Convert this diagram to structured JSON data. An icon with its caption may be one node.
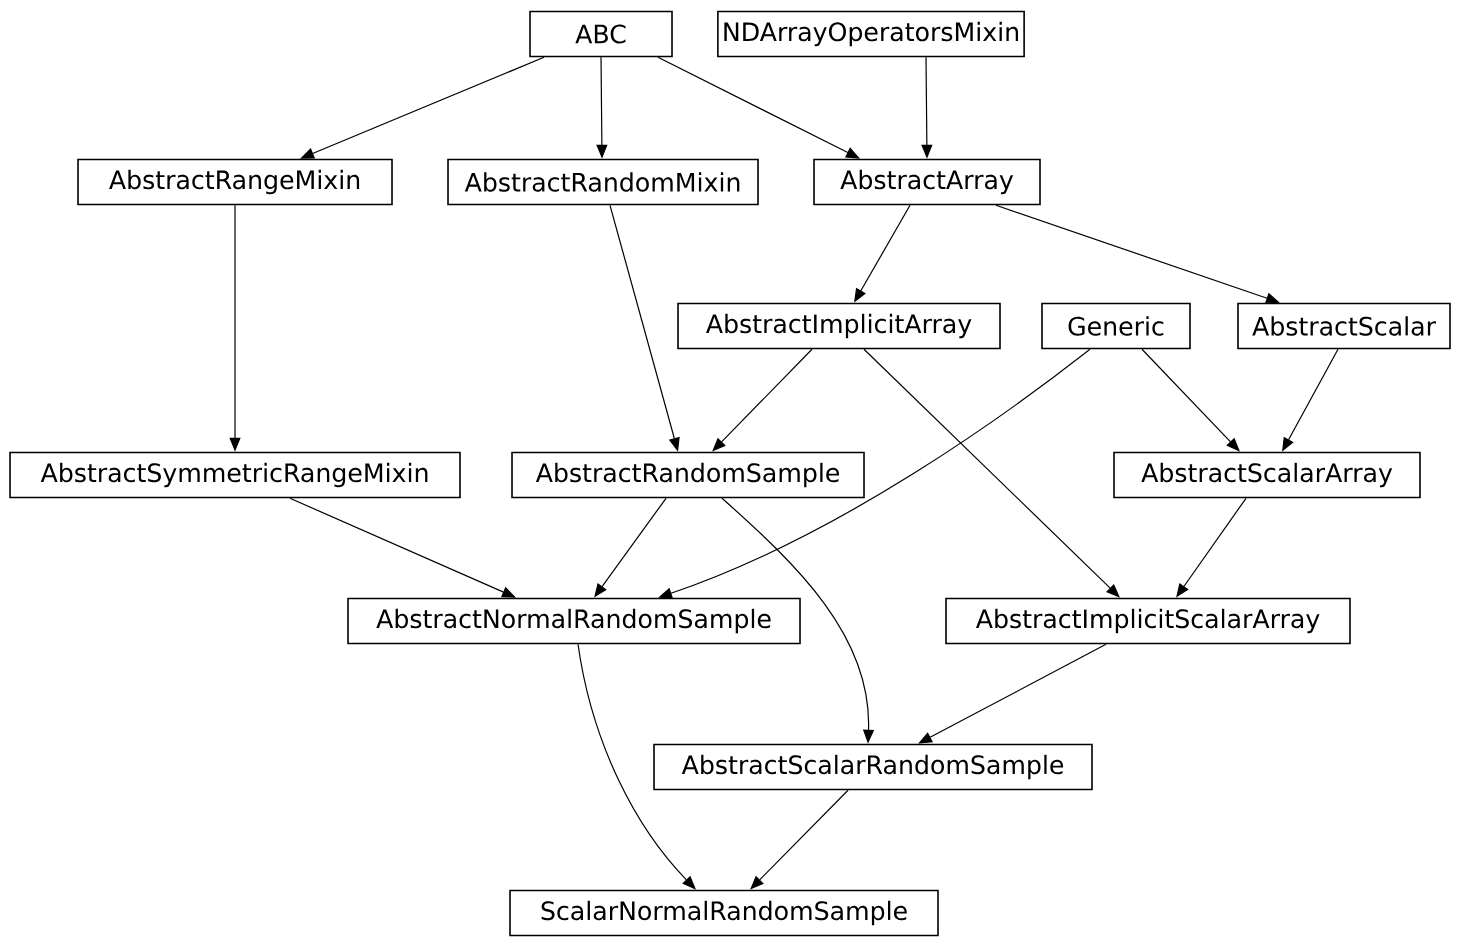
{
  "diagram": {
    "nodes": [
      {
        "text": [
          "ABC"
        ]
      },
      {
        "text": [
          "NDArrayOperatorsMixin"
        ]
      },
      {
        "text": [
          "AbstractRangeMixin"
        ]
      },
      {
        "text": [
          "AbstractRandomMixin"
        ]
      },
      {
        "text": [
          "AbstractArray"
        ]
      },
      {
        "text": [
          "AbstractImplicitArray"
        ]
      },
      {
        "text": [
          "Generic"
        ]
      },
      {
        "text": [
          "AbstractScalar"
        ]
      },
      {
        "text": [
          "AbstractSymmetricRangeMixin"
        ]
      },
      {
        "text": [
          "AbstractRandomSample"
        ]
      },
      {
        "text": [
          "AbstractScalarArray"
        ]
      },
      {
        "text": [
          "AbstractNormalRandomSample"
        ]
      },
      {
        "text": [
          "AbstractImplicitScalarArray"
        ]
      },
      {
        "text": [
          "AbstractScalarRandomSample"
        ]
      },
      {
        "text": [
          "ScalarNormalRandomSample"
        ]
      }
    ],
    "edges": [
      {
        "from": 0,
        "to": 2,
        "arrow": "to"
      },
      {
        "from": 0,
        "to": 3,
        "arrow": "to"
      },
      {
        "from": 0,
        "to": 4,
        "arrow": "to"
      },
      {
        "from": 1,
        "to": 4,
        "arrow": "to"
      },
      {
        "from": 2,
        "to": 8,
        "arrow": "to"
      },
      {
        "from": 3,
        "to": 9,
        "arrow": "to"
      },
      {
        "from": 4,
        "to": 5,
        "arrow": "to"
      },
      {
        "from": 4,
        "to": 7,
        "arrow": "to"
      },
      {
        "from": 5,
        "to": 9,
        "arrow": "to"
      },
      {
        "from": 5,
        "to": 12,
        "arrow": "to"
      },
      {
        "from": 6,
        "to": 11,
        "arrow": "to"
      },
      {
        "from": 6,
        "to": 10,
        "arrow": "to"
      },
      {
        "from": 7,
        "to": 10,
        "arrow": "to"
      },
      {
        "from": 8,
        "to": 11,
        "arrow": "to"
      },
      {
        "from": 9,
        "to": 11,
        "arrow": "to"
      },
      {
        "from": 9,
        "to": 13,
        "arrow": "to"
      },
      {
        "from": 10,
        "to": 12,
        "arrow": "to"
      },
      {
        "from": 11,
        "to": 14,
        "arrow": "to"
      },
      {
        "from": 12,
        "to": 13,
        "arrow": "to"
      },
      {
        "from": 13,
        "to": 14,
        "arrow": "to"
      }
    ]
  }
}
